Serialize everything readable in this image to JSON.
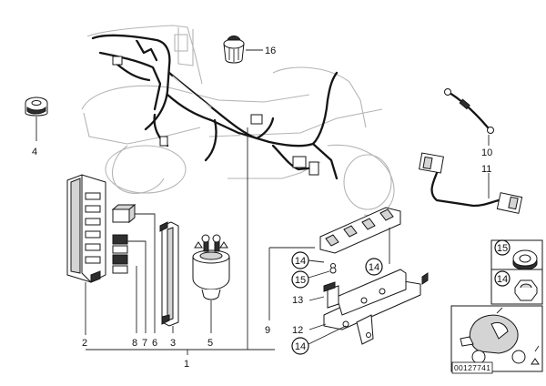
{
  "diagram": {
    "callouts": {
      "c1": "1",
      "c2": "2",
      "c3": "3",
      "c4": "4",
      "c5": "5",
      "c6": "6",
      "c7": "7",
      "c8": "8",
      "c9": "9",
      "c10": "10",
      "c11": "11",
      "c12": "12",
      "c13": "13",
      "c14a": "14",
      "c14b": "14",
      "c14c": "14",
      "c14d": "14",
      "c15a": "15",
      "c15b": "15",
      "c16": "16"
    },
    "reference_number": "00127741"
  }
}
